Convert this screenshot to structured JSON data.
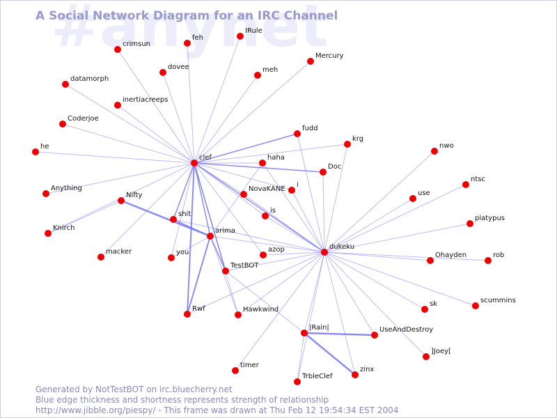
{
  "watermark": "#anynet",
  "title": "A Social Network Diagram for an IRC Channel",
  "footer": {
    "line1": "Generated by NotTestBOT on irc.bluecherry.net",
    "line2": "Blue edge thickness and shortness represents strength of relationship",
    "line3": "http://www.jibble.org/piespy/ - This frame was drawn at Thu Feb 12 19:54:34 EST 2004"
  },
  "colors": {
    "node": "#ee0000",
    "edge": "#7777ee",
    "title": "#9999cc",
    "watermark": "#ececfa"
  },
  "nodes": [
    {
      "id": "clef",
      "label": "clef"
    },
    {
      "id": "dukeku",
      "label": "dukeku"
    },
    {
      "id": "arima",
      "label": "arima"
    },
    {
      "id": "Nifty",
      "label": "Nifty"
    },
    {
      "id": "shit",
      "label": "shit"
    },
    {
      "id": "NovaKANE",
      "label": "NovaKANE"
    },
    {
      "id": "is",
      "label": "is"
    },
    {
      "id": "i",
      "label": "i"
    },
    {
      "id": "haha",
      "label": "haha"
    },
    {
      "id": "Doc",
      "label": "Doc"
    },
    {
      "id": "fudd",
      "label": "fudd"
    },
    {
      "id": "krg",
      "label": "krg"
    },
    {
      "id": "azop",
      "label": "azop"
    },
    {
      "id": "TestBOT",
      "label": "TestBOT"
    },
    {
      "id": "you",
      "label": "you"
    },
    {
      "id": "macker",
      "label": "macker"
    },
    {
      "id": "Rwf",
      "label": "Rwf"
    },
    {
      "id": "Hawkwind",
      "label": "Hawkwind"
    },
    {
      "id": "Rain",
      "label": "|Rain|"
    },
    {
      "id": "UseAndDestroy",
      "label": "UseAndDestroy"
    },
    {
      "id": "zinx",
      "label": "zinx"
    },
    {
      "id": "TrbleClef",
      "label": "TrbleClef"
    },
    {
      "id": "timer",
      "label": "timer"
    },
    {
      "id": "Joey",
      "label": "]Joey["
    },
    {
      "id": "scummins",
      "label": "scummins"
    },
    {
      "id": "sk",
      "label": "sk"
    },
    {
      "id": "Ohayden",
      "label": "Ohayden"
    },
    {
      "id": "rob",
      "label": "rob"
    },
    {
      "id": "platypus",
      "label": "platypus"
    },
    {
      "id": "use",
      "label": "use"
    },
    {
      "id": "ntsc",
      "label": "ntsc"
    },
    {
      "id": "nwo",
      "label": "nwo"
    },
    {
      "id": "crimsun",
      "label": "crimsun"
    },
    {
      "id": "feh",
      "label": "feh"
    },
    {
      "id": "IRule",
      "label": "IRule"
    },
    {
      "id": "dovee",
      "label": "dovee"
    },
    {
      "id": "meh",
      "label": "meh"
    },
    {
      "id": "Mercury",
      "label": "Mercury"
    },
    {
      "id": "datamorph",
      "label": "datamorph"
    },
    {
      "id": "inertiacreeps",
      "label": "inertiacreeps"
    },
    {
      "id": "Coderjoe",
      "label": "Coderjoe"
    },
    {
      "id": "he",
      "label": "he"
    },
    {
      "id": "Anything",
      "label": "Anything"
    },
    {
      "id": "Knirch",
      "label": "Knirch"
    }
  ],
  "edges": [
    {
      "source": "clef",
      "target": "crimsun",
      "weight": 1
    },
    {
      "source": "clef",
      "target": "feh",
      "weight": 1
    },
    {
      "source": "clef",
      "target": "IRule",
      "weight": 1
    },
    {
      "source": "clef",
      "target": "dovee",
      "weight": 1
    },
    {
      "source": "clef",
      "target": "meh",
      "weight": 1
    },
    {
      "source": "clef",
      "target": "Mercury",
      "weight": 1
    },
    {
      "source": "clef",
      "target": "datamorph",
      "weight": 1
    },
    {
      "source": "clef",
      "target": "inertiacreeps",
      "weight": 1
    },
    {
      "source": "clef",
      "target": "Coderjoe",
      "weight": 1
    },
    {
      "source": "clef",
      "target": "he",
      "weight": 1
    },
    {
      "source": "clef",
      "target": "Anything",
      "weight": 1
    },
    {
      "source": "clef",
      "target": "Knirch",
      "weight": 1
    },
    {
      "source": "clef",
      "target": "fudd",
      "weight": 1.5
    },
    {
      "source": "clef",
      "target": "krg",
      "weight": 1
    },
    {
      "source": "clef",
      "target": "haha",
      "weight": 1
    },
    {
      "source": "clef",
      "target": "Doc",
      "weight": 1.5
    },
    {
      "source": "clef",
      "target": "i",
      "weight": 1
    },
    {
      "source": "clef",
      "target": "NovaKANE",
      "weight": 1
    },
    {
      "source": "clef",
      "target": "is",
      "weight": 1
    },
    {
      "source": "clef",
      "target": "dukeku",
      "weight": 1.5
    },
    {
      "source": "clef",
      "target": "arima",
      "weight": 1.5
    },
    {
      "source": "clef",
      "target": "shit",
      "weight": 1.5
    },
    {
      "source": "clef",
      "target": "macker",
      "weight": 1
    },
    {
      "source": "clef",
      "target": "you",
      "weight": 1
    },
    {
      "source": "clef",
      "target": "Rwf",
      "weight": 2
    },
    {
      "source": "clef",
      "target": "TestBOT",
      "weight": 1.5
    },
    {
      "source": "clef",
      "target": "Hawkwind",
      "weight": 1
    },
    {
      "source": "clef",
      "target": "azop",
      "weight": 1
    },
    {
      "source": "Nifty",
      "target": "arima",
      "weight": 2.5
    },
    {
      "source": "arima",
      "target": "TestBOT",
      "weight": 1.5
    },
    {
      "source": "arima",
      "target": "Rwf",
      "weight": 2
    },
    {
      "source": "arima",
      "target": "dukeku",
      "weight": 1
    },
    {
      "source": "arima",
      "target": "Hawkwind",
      "weight": 1
    },
    {
      "source": "arima",
      "target": "you",
      "weight": 1
    },
    {
      "source": "arima",
      "target": "haha",
      "weight": 1
    },
    {
      "source": "shit",
      "target": "dukeku",
      "weight": 1
    },
    {
      "source": "NovaKANE",
      "target": "dukeku",
      "weight": 1
    },
    {
      "source": "haha",
      "target": "dukeku",
      "weight": 1
    },
    {
      "source": "i",
      "target": "dukeku",
      "weight": 1
    },
    {
      "source": "is",
      "target": "dukeku",
      "weight": 1
    },
    {
      "source": "azop",
      "target": "dukeku",
      "weight": 1
    },
    {
      "source": "Doc",
      "target": "dukeku",
      "weight": 1
    },
    {
      "source": "fudd",
      "target": "dukeku",
      "weight": 1
    },
    {
      "source": "krg",
      "target": "dukeku",
      "weight": 1
    },
    {
      "source": "TestBOT",
      "target": "dukeku",
      "weight": 1
    },
    {
      "source": "Rwf",
      "target": "dukeku",
      "weight": 1
    },
    {
      "source": "Hawkwind",
      "target": "dukeku",
      "weight": 1
    },
    {
      "source": "timer",
      "target": "dukeku",
      "weight": 1
    },
    {
      "source": "TrbleClef",
      "target": "dukeku",
      "weight": 1
    },
    {
      "source": "zinx",
      "target": "dukeku",
      "weight": 1
    },
    {
      "source": "UseAndDestroy",
      "target": "dukeku",
      "weight": 1
    },
    {
      "source": "Rain",
      "target": "dukeku",
      "weight": 1
    },
    {
      "source": "Joey",
      "target": "dukeku",
      "weight": 1
    },
    {
      "source": "scummins",
      "target": "dukeku",
      "weight": 1
    },
    {
      "source": "sk",
      "target": "dukeku",
      "weight": 1
    },
    {
      "source": "Ohayden",
      "target": "dukeku",
      "weight": 1
    },
    {
      "source": "rob",
      "target": "dukeku",
      "weight": 1
    },
    {
      "source": "platypus",
      "target": "dukeku",
      "weight": 1
    },
    {
      "source": "use",
      "target": "dukeku",
      "weight": 1
    },
    {
      "source": "ntsc",
      "target": "dukeku",
      "weight": 1
    },
    {
      "source": "nwo",
      "target": "dukeku",
      "weight": 1
    },
    {
      "source": "Rain",
      "target": "UseAndDestroy",
      "weight": 2.5
    },
    {
      "source": "Rain",
      "target": "zinx",
      "weight": 2.5
    },
    {
      "source": "Rain",
      "target": "TrbleClef",
      "weight": 1
    },
    {
      "source": "TestBOT",
      "target": "Rain",
      "weight": 1
    },
    {
      "source": "Nifty",
      "target": "Knirch",
      "weight": 1
    },
    {
      "source": "shit",
      "target": "arima",
      "weight": 1.5
    }
  ]
}
